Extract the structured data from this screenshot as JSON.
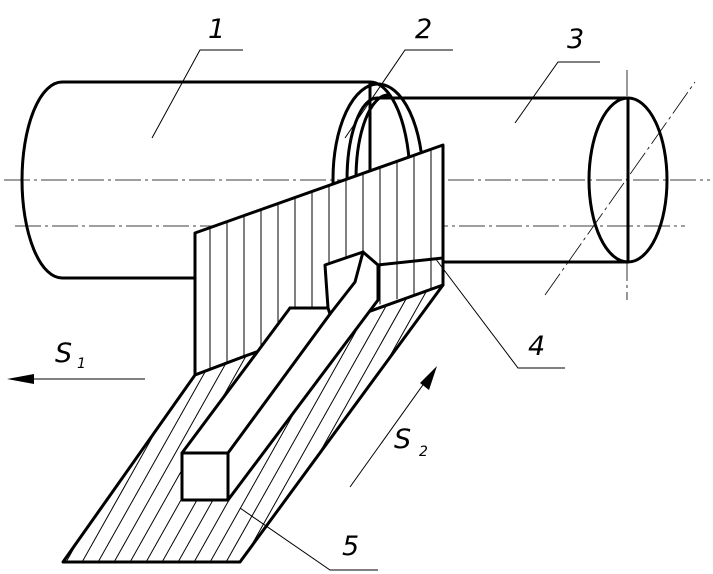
{
  "labels": {
    "part1": "1",
    "part2": "2",
    "part3": "3",
    "part4": "4",
    "part5": "5"
  },
  "feeds": {
    "s1": {
      "letter": "S",
      "sub": "1"
    },
    "s2": {
      "letter": "S",
      "sub": "2"
    }
  }
}
